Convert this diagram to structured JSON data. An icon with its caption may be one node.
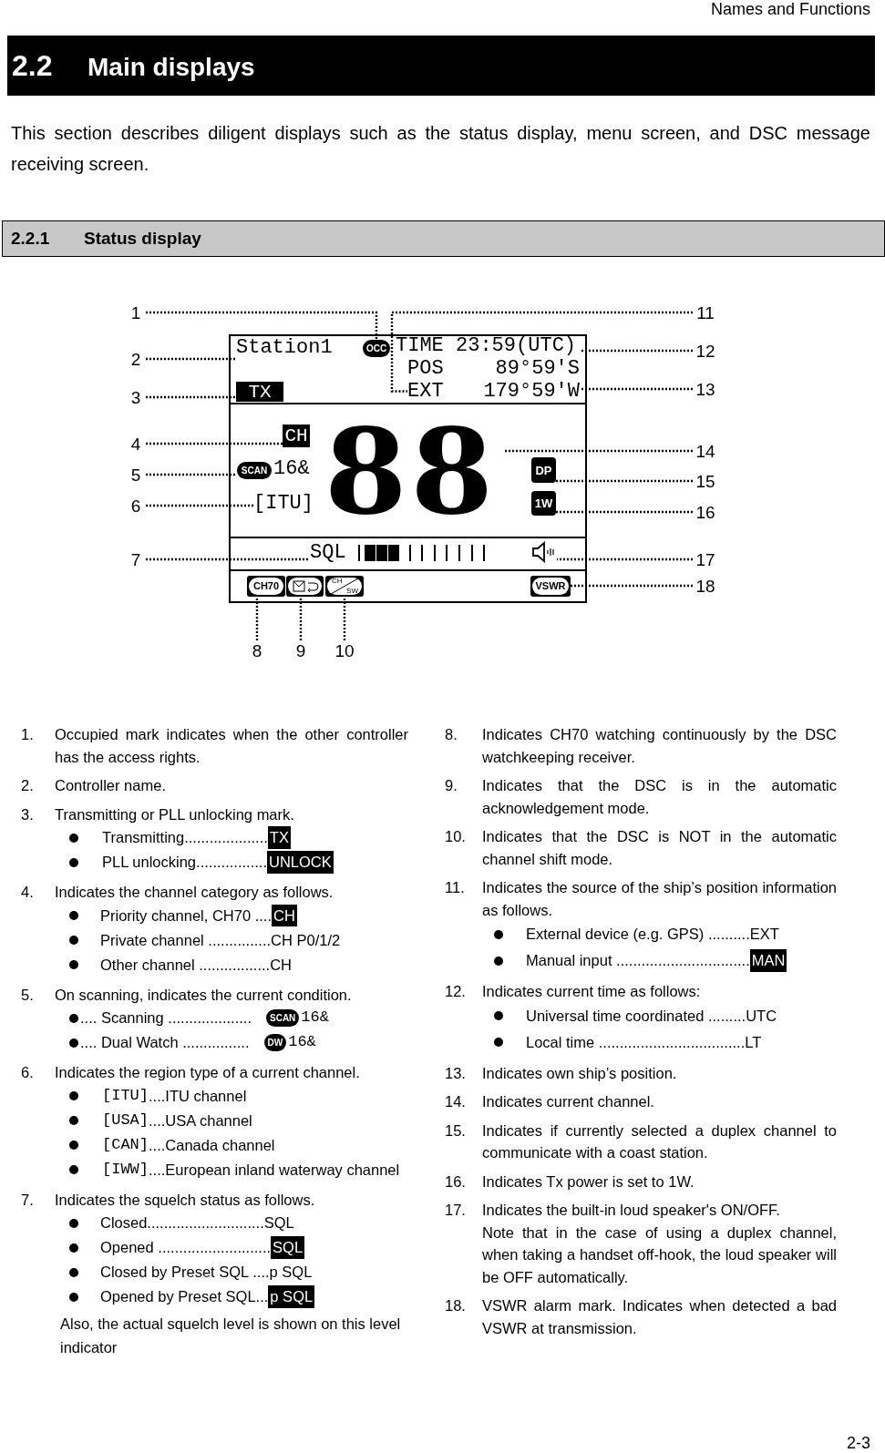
{
  "diagram": {
    "title": "Main displays",
    "nodes": [
      {
        "text": [],
        "shape": "box"
      },
      {
        "text": [
          "Station1"
        ],
        "in": 0
      },
      {
        "text": [
          "OCC"
        ],
        "in": 0
      },
      {
        "text": [
          "TIME 23:59(UTC)"
        ],
        "in": 0
      },
      {
        "text": [
          "POS"
        ],
        "in": 0
      },
      {
        "text": [
          "89°59'S"
        ],
        "in": 0
      },
      {
        "text": [
          "EXT"
        ],
        "in": 0
      },
      {
        "text": [
          "179°59'W"
        ],
        "in": 0
      },
      {
        "text": [
          "TX"
        ],
        "in": 0
      },
      {
        "text": [
          "CH"
        ],
        "in": 0
      },
      {
        "text": [
          "SCAN"
        ],
        "in": 0
      },
      {
        "text": [
          "16&"
        ],
        "in": 0
      },
      {
        "text": [
          "[ITU]"
        ],
        "in": 0
      },
      {
        "text": [
          "88"
        ],
        "in": 0
      },
      {
        "text": [
          "DP"
        ],
        "in": 0
      },
      {
        "text": [
          "1W"
        ],
        "in": 0
      },
      {
        "text": [
          "SQL"
        ],
        "in": 0
      },
      {
        "text": [],
        "shape": "speaker",
        "in": 0
      },
      {
        "text": [
          "CH70"
        ],
        "in": 0
      },
      {
        "text": [],
        "shape": "box",
        "in": 0
      },
      {
        "text": [
          "CH",
          "SW"
        ],
        "in": 0
      },
      {
        "text": [
          "VSWR"
        ],
        "in": 0
      },
      {
        "text": [
          "1"
        ]
      },
      {
        "text": [
          "2"
        ]
      },
      {
        "text": [
          "3"
        ]
      },
      {
        "text": [
          "4"
        ]
      },
      {
        "text": [
          "5"
        ]
      },
      {
        "text": [
          "6"
        ]
      },
      {
        "text": [
          "7"
        ]
      },
      {
        "text": [
          "8"
        ]
      },
      {
        "text": [
          "9"
        ]
      },
      {
        "text": [
          "10"
        ]
      },
      {
        "text": [
          "11"
        ]
      },
      {
        "text": [
          "12"
        ]
      },
      {
        "text": [
          "13"
        ]
      },
      {
        "text": [
          "14"
        ]
      },
      {
        "text": [
          "15"
        ]
      },
      {
        "text": [
          "16"
        ]
      },
      {
        "text": [
          "17"
        ]
      },
      {
        "text": [
          "18"
        ]
      },
      {
        "text": [
          "TX"
        ]
      },
      {
        "text": [
          "UNLOCK"
        ]
      },
      {
        "text": [
          "CH"
        ]
      },
      {
        "text": [
          "SCAN"
        ]
      },
      {
        "text": [
          "DW"
        ]
      },
      {
        "text": [
          "SQL"
        ]
      },
      {
        "text": [
          "p SQL"
        ]
      },
      {
        "text": [
          "MAN"
        ]
      }
    ],
    "edges": [
      {
        "from": 22,
        "to": 2,
        "arrow": "none"
      },
      {
        "from": 23,
        "to": 1,
        "arrow": "none"
      },
      {
        "from": 24,
        "to": 8,
        "arrow": "none"
      },
      {
        "from": 25,
        "to": 9,
        "arrow": "none"
      },
      {
        "from": 26,
        "to": 10,
        "arrow": "none"
      },
      {
        "from": 27,
        "to": 12,
        "arrow": "none"
      },
      {
        "from": 28,
        "to": 16,
        "arrow": "none"
      },
      {
        "from": 29,
        "to": 18,
        "arrow": "none"
      },
      {
        "from": 30,
        "to": 19,
        "arrow": "none"
      },
      {
        "from": 31,
        "to": 20,
        "arrow": "none"
      },
      {
        "from": 32,
        "to": 6,
        "arrow": "none"
      },
      {
        "from": 33,
        "to": 3,
        "arrow": "none"
      },
      {
        "from": 34,
        "to": 7,
        "arrow": "none"
      },
      {
        "from": 35,
        "to": 13,
        "arrow": "none"
      },
      {
        "from": 36,
        "to": 14,
        "arrow": "none"
      },
      {
        "from": 37,
        "to": 15,
        "arrow": "none"
      },
      {
        "from": 38,
        "to": 17,
        "arrow": "none"
      },
      {
        "from": 39,
        "to": 21,
        "arrow": "none"
      }
    ],
    "labels": [
      "Names and Functions",
      "2.2",
      "This section describes diligent displays such as the status display, menu screen, and DSC message receiving screen.",
      "2.2.1",
      "Status display",
      "1.",
      "Occupied mark indicates when the other controller has the access rights.",
      "2.",
      "Controller name.",
      "3.",
      "Transmitting or PLL unlocking mark.",
      "Transmitting....................",
      "PLL unlocking.................",
      "4.",
      "Indicates the channel category as follows.",
      "Priority channel, CH70 ....",
      "Private channel ...............",
      "CH P0/1/2",
      "Other channel .................",
      "CH",
      "5.",
      "On scanning, indicates the current condition.",
      ".... Scanning ....................",
      "16&",
      ".... Dual Watch ................",
      "16&",
      "6.",
      "Indicates the region type of a current channel.",
      "[ITU]",
      "....ITU channel",
      "[USA]",
      "....USA channel",
      "[CAN]",
      "....Canada channel",
      "[IWW]",
      "....European inland waterway channel",
      "7.",
      "Indicates the squelch status as follows.",
      "Closed............................",
      "SQL",
      "Opened ...........................",
      "Closed by Preset SQL ....",
      "p SQL",
      "Opened by Preset SQL...",
      "Also, the actual squelch level is shown on this level indicator",
      "8.",
      "Indicates CH70 watching continuously by the DSC watchkeeping receiver.",
      "9.",
      "Indicates that the DSC is in the automatic acknowledgement mode.",
      "10.",
      "Indicates that the DSC is NOT in the automatic channel shift mode.",
      "11.",
      "Indicates the source of the ship’s position information as follows.",
      "External device (e.g. GPS) ..........",
      "EXT",
      "Manual input ................................",
      "12.",
      "Indicates current time as follows:",
      "Universal time coordinated .........",
      "UTC",
      "Local time ...................................",
      "LT",
      "13.",
      "Indicates own ship’s position.",
      "14.",
      "Indicates current channel.",
      "15.",
      "Indicates if currently selected a duplex channel to communicate with a coast station.",
      "16.",
      "Indicates Tx power is set to 1W.",
      "17.",
      "Indicates the built-in loud speaker's ON/OFF.",
      "Note that in the case of using a duplex channel, when taking a handset off-hook, the loud speaker will be OFF automatically.",
      "18.",
      "VSWR alarm mark. Indicates when detected a bad VSWR at transmission.",
      "2-3"
    ]
  }
}
